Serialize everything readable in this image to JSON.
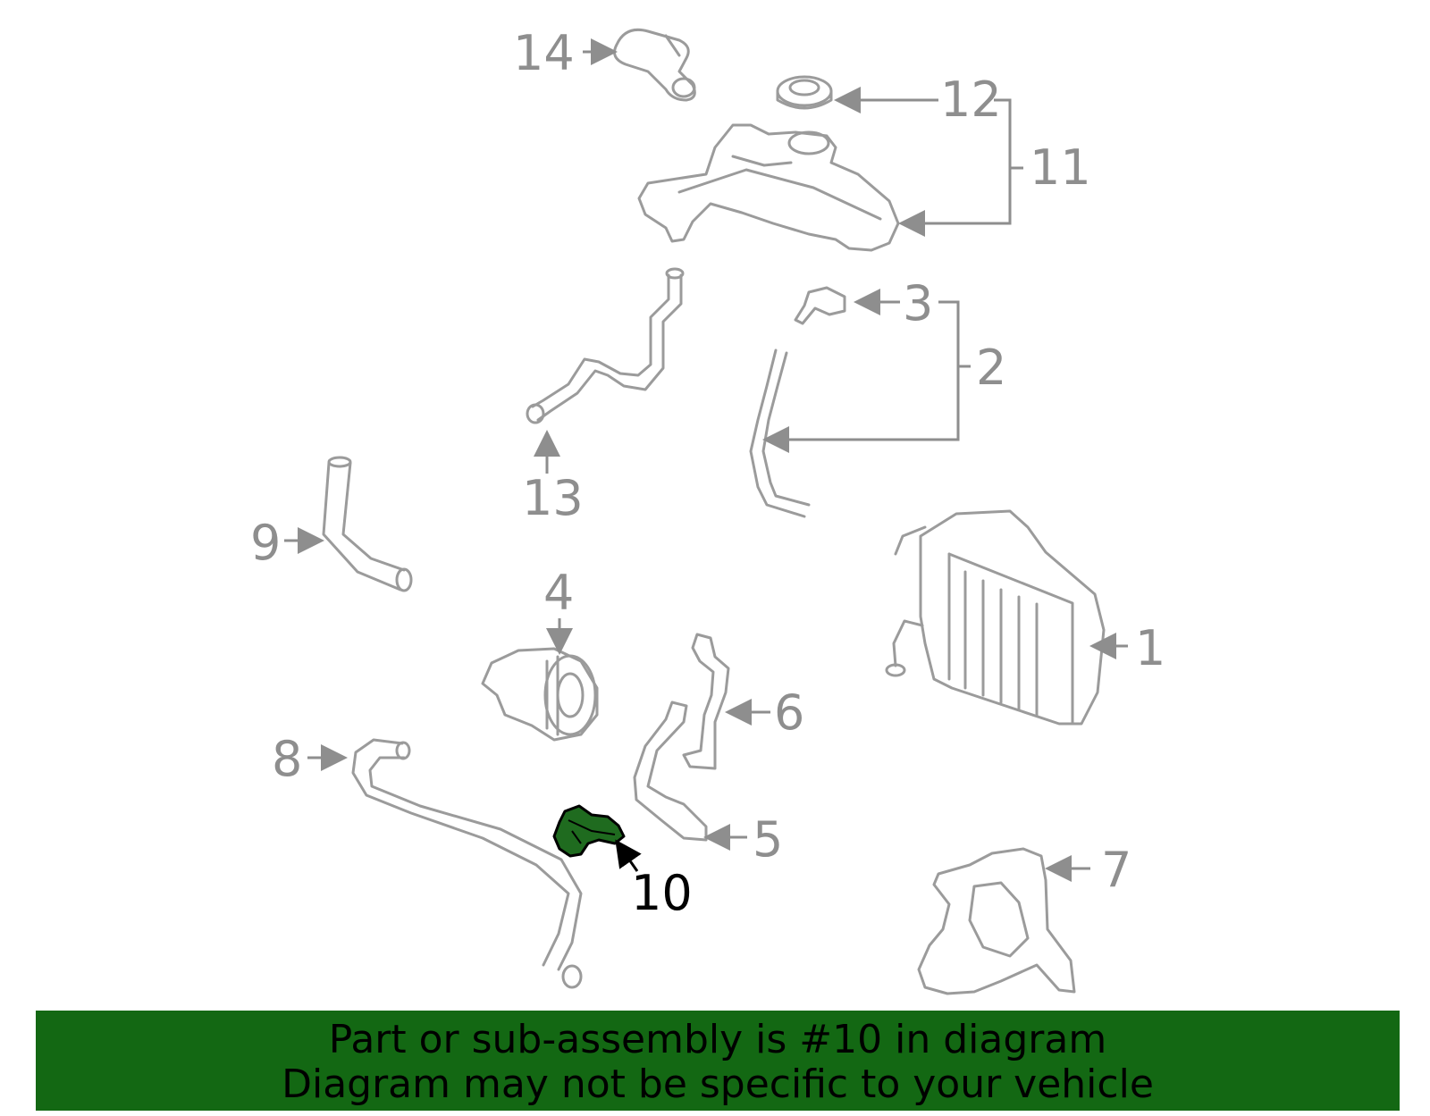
{
  "diagram": {
    "callouts": [
      {
        "id": "14",
        "label": "14"
      },
      {
        "id": "12",
        "label": "12"
      },
      {
        "id": "11",
        "label": "11"
      },
      {
        "id": "3",
        "label": "3"
      },
      {
        "id": "2",
        "label": "2"
      },
      {
        "id": "13",
        "label": "13"
      },
      {
        "id": "9",
        "label": "9"
      },
      {
        "id": "1",
        "label": "1"
      },
      {
        "id": "4",
        "label": "4"
      },
      {
        "id": "6",
        "label": "6"
      },
      {
        "id": "8",
        "label": "8"
      },
      {
        "id": "5",
        "label": "5"
      },
      {
        "id": "10",
        "label": "10"
      },
      {
        "id": "7",
        "label": "7"
      }
    ],
    "highlighted_part": "10",
    "colors": {
      "part_line": "#9b9b9b",
      "highlight_fill": "#1f6b1f",
      "banner_bg": "#136813"
    }
  },
  "banner": {
    "line1": "Part or sub-assembly is #10 in diagram",
    "line2": "Diagram may not be specific to your vehicle"
  }
}
